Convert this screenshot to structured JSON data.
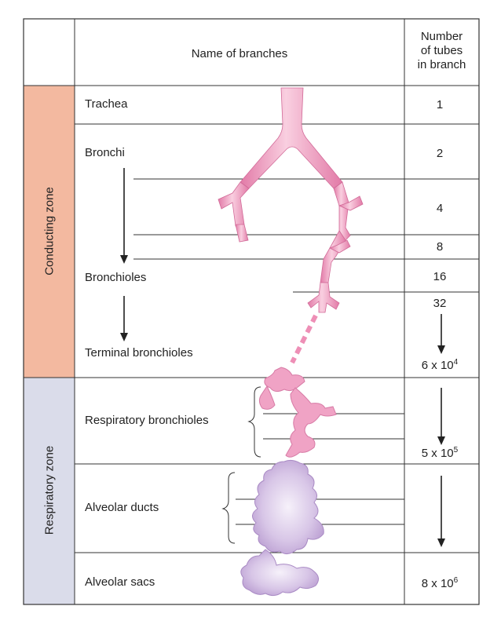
{
  "header": {
    "name_col": "Name of branches",
    "count_col_lines": [
      "Number",
      "of tubes",
      "in branch"
    ]
  },
  "zones": {
    "conducting": {
      "label": "Conducting zone",
      "color": "#f3b9a0"
    },
    "respiratory": {
      "label": "Respiratory zone",
      "color": "#dadcea"
    }
  },
  "branches": {
    "trachea": "Trachea",
    "bronchi": "Bronchi",
    "bronchioles": "Bronchioles",
    "terminal": "Terminal bronchioles",
    "resp_bronchioles": "Respiratory bronchioles",
    "alveolar_ducts": "Alveolar ducts",
    "alveolar_sacs": "Alveolar sacs"
  },
  "counts": {
    "c1": "1",
    "c2": "2",
    "c4": "4",
    "c8": "8",
    "c16": "16",
    "c32": "32",
    "term_base": "6 x 10",
    "term_exp": "4",
    "resp_base": "5 x 10",
    "resp_exp": "5",
    "sacs_base": "8 x 10",
    "sacs_exp": "6"
  },
  "colors": {
    "airway_pink": "#ee8fb6",
    "airway_light": "#f8c6da",
    "alveoli_purple": "#cbb4dd",
    "alveoli_light": "#efe8f6",
    "grid": "#333333"
  }
}
